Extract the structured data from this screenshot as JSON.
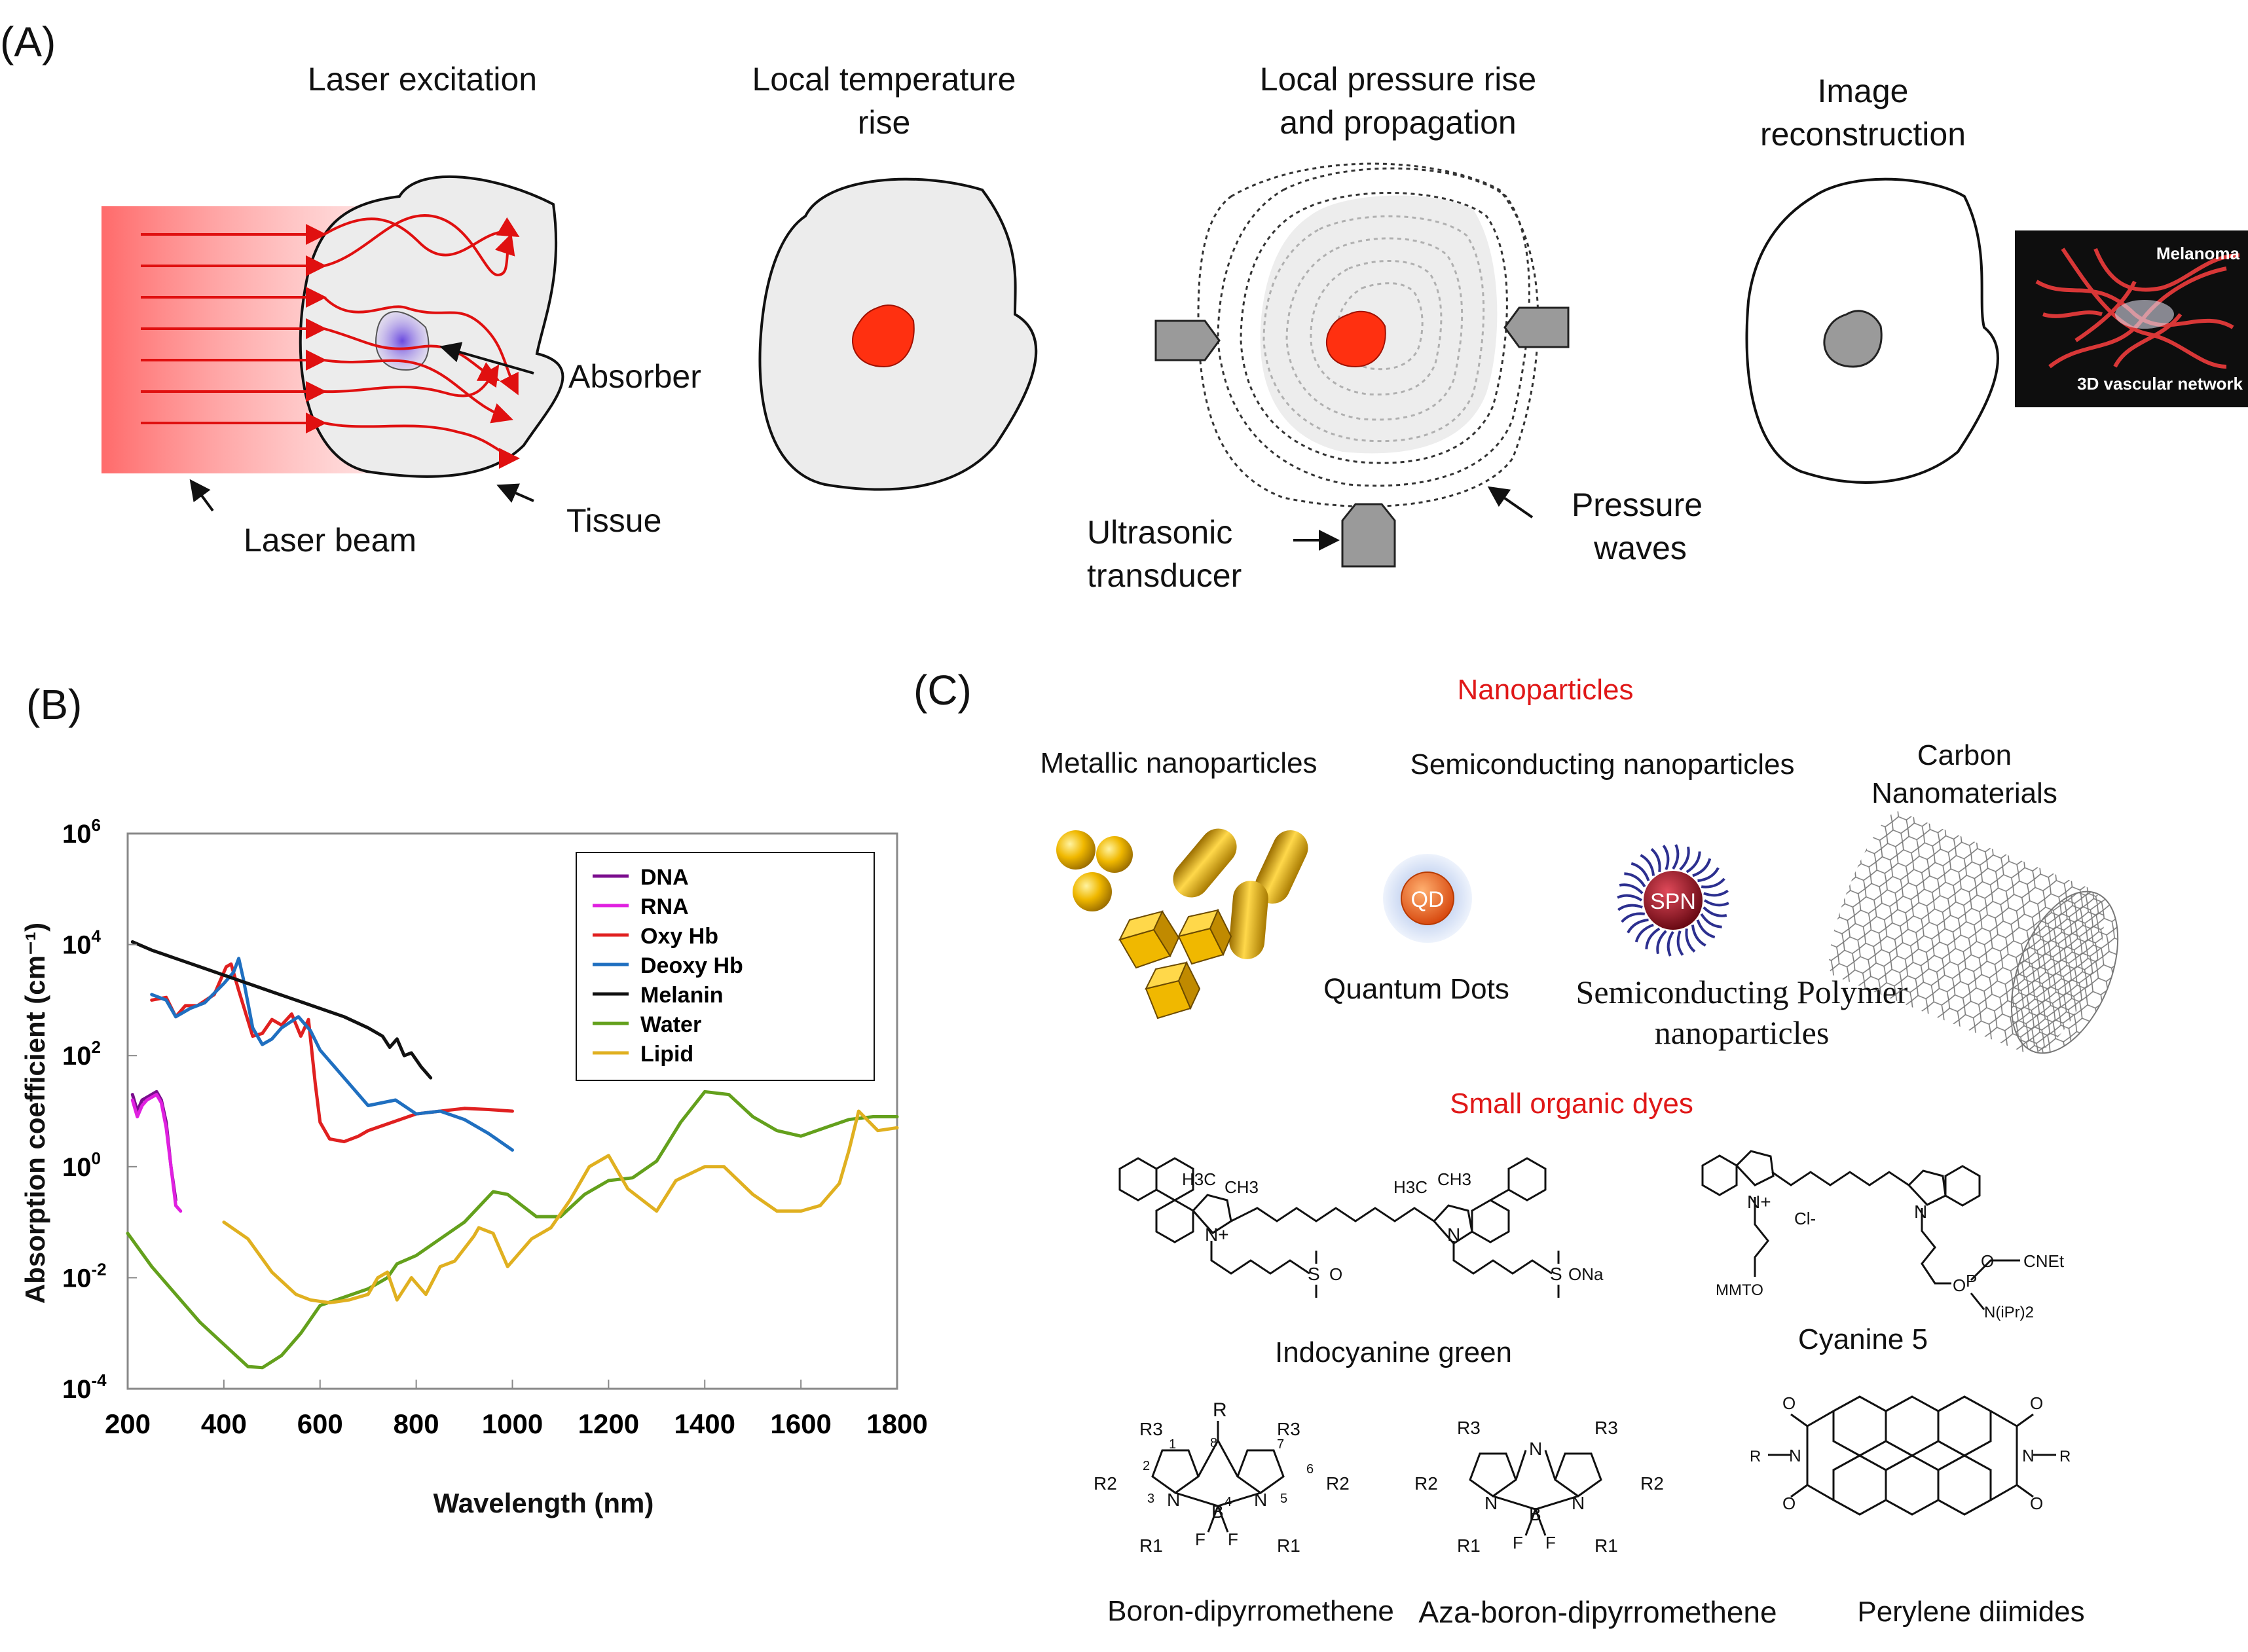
{
  "panel_a": {
    "label": "(A)",
    "steps": [
      {
        "lines": [
          "Laser excitation"
        ]
      },
      {
        "lines": [
          "Local temperature",
          "rise"
        ]
      },
      {
        "lines": [
          "Local pressure rise",
          "and propagation"
        ]
      },
      {
        "lines": [
          "Image",
          "reconstruction"
        ]
      }
    ],
    "annotations": {
      "absorber": "Absorber",
      "laser_beam": "Laser beam",
      "tissue": "Tissue",
      "transducer_1": "Ultrasonic",
      "transducer_2": "transducer",
      "pressure_1": "Pressure",
      "pressure_2": "waves"
    },
    "inset": {
      "top": "Melanoma",
      "bottom": "3D vascular network"
    }
  },
  "panel_b": {
    "label": "(B)",
    "chart_data": {
      "type": "line",
      "xlabel": "Wavelength (nm)",
      "ylabel": "Absorption coefficient (cm⁻¹)",
      "xlim": [
        200,
        1800
      ],
      "ylim_log10": [
        -4,
        6
      ],
      "y_scale": "log",
      "x_ticks": [
        "200",
        "400",
        "600",
        "800",
        "1000",
        "1200",
        "1400",
        "1600",
        "1800"
      ],
      "y_ticks": [
        {
          "base": "10",
          "exp": "6",
          "value": 6
        },
        {
          "base": "10",
          "exp": "4",
          "value": 4
        },
        {
          "base": "10",
          "exp": "2",
          "value": 2
        },
        {
          "base": "10",
          "exp": "0",
          "value": 0
        },
        {
          "base": "10",
          "exp": "-2",
          "value": -2
        },
        {
          "base": "10",
          "exp": "-4",
          "value": -4
        }
      ],
      "legend_position": "top-right",
      "series": [
        {
          "name": "DNA",
          "color": "#7b0d8e",
          "x": [
            210,
            220,
            230,
            240,
            250,
            260,
            270,
            280,
            290,
            300
          ],
          "log10_y": [
            1.3,
            1.0,
            1.2,
            1.25,
            1.3,
            1.35,
            1.2,
            0.8,
            0.0,
            -0.6
          ]
        },
        {
          "name": "RNA",
          "color": "#e020e0",
          "x": [
            210,
            220,
            230,
            240,
            250,
            260,
            270,
            280,
            290,
            300,
            310
          ],
          "log10_y": [
            1.2,
            0.9,
            1.1,
            1.2,
            1.25,
            1.3,
            1.15,
            0.7,
            0.0,
            -0.7,
            -0.8
          ]
        },
        {
          "name": "Oxy Hb",
          "color": "#e02020",
          "x": [
            250,
            280,
            300,
            320,
            345,
            380,
            405,
            415,
            430,
            460,
            480,
            500,
            520,
            541,
            560,
            576,
            590,
            600,
            620,
            650,
            680,
            700,
            750,
            800,
            850,
            900,
            950,
            1000
          ],
          "log10_y": [
            3.0,
            3.05,
            2.7,
            2.9,
            2.9,
            3.1,
            3.6,
            3.65,
            3.2,
            2.35,
            2.4,
            2.65,
            2.55,
            2.75,
            2.35,
            2.65,
            1.5,
            0.8,
            0.5,
            0.45,
            0.55,
            0.65,
            0.8,
            0.95,
            1.0,
            1.05,
            1.03,
            1.0
          ]
        },
        {
          "name": "Deoxy Hb",
          "color": "#1f6fc0",
          "x": [
            250,
            280,
            300,
            330,
            360,
            400,
            420,
            431,
            440,
            460,
            480,
            500,
            520,
            555,
            580,
            600,
            650,
            700,
            757,
            800,
            850,
            900,
            950,
            1000
          ],
          "log10_y": [
            3.1,
            3.0,
            2.7,
            2.85,
            2.95,
            3.3,
            3.5,
            3.75,
            3.4,
            2.5,
            2.2,
            2.3,
            2.5,
            2.7,
            2.45,
            2.1,
            1.6,
            1.1,
            1.2,
            0.95,
            1.0,
            0.85,
            0.6,
            0.3
          ]
        },
        {
          "name": "Melanin",
          "color": "#111111",
          "x": [
            210,
            250,
            300,
            350,
            400,
            450,
            500,
            550,
            600,
            650,
            700,
            730,
            745,
            760,
            775,
            790,
            810,
            830
          ],
          "log10_y": [
            4.05,
            3.9,
            3.75,
            3.6,
            3.45,
            3.3,
            3.15,
            3.0,
            2.85,
            2.7,
            2.5,
            2.35,
            2.15,
            2.3,
            2.0,
            2.05,
            1.8,
            1.6
          ]
        },
        {
          "name": "Water",
          "color": "#63a01c",
          "x": [
            200,
            250,
            300,
            350,
            400,
            450,
            480,
            520,
            560,
            600,
            650,
            700,
            740,
            760,
            800,
            850,
            900,
            960,
            990,
            1050,
            1100,
            1150,
            1200,
            1250,
            1300,
            1350,
            1400,
            1450,
            1500,
            1550,
            1600,
            1650,
            1700,
            1750,
            1800
          ],
          "log10_y": [
            -1.2,
            -1.8,
            -2.3,
            -2.8,
            -3.2,
            -3.6,
            -3.62,
            -3.4,
            -3.0,
            -2.5,
            -2.35,
            -2.2,
            -2.0,
            -1.75,
            -1.6,
            -1.3,
            -1.0,
            -0.45,
            -0.5,
            -0.9,
            -0.9,
            -0.5,
            -0.25,
            -0.2,
            0.1,
            0.8,
            1.35,
            1.3,
            0.9,
            0.65,
            0.55,
            0.7,
            0.85,
            0.9,
            0.9
          ]
        },
        {
          "name": "Lipid",
          "color": "#e0b020",
          "x": [
            400,
            450,
            500,
            550,
            580,
            620,
            660,
            700,
            720,
            740,
            760,
            790,
            820,
            850,
            880,
            920,
            930,
            960,
            990,
            1040,
            1080,
            1120,
            1160,
            1200,
            1240,
            1300,
            1340,
            1400,
            1440,
            1500,
            1550,
            1600,
            1640,
            1680,
            1700,
            1720,
            1760,
            1800
          ],
          "log10_y": [
            -1.0,
            -1.3,
            -1.9,
            -2.3,
            -2.4,
            -2.45,
            -2.4,
            -2.3,
            -2.0,
            -1.9,
            -2.4,
            -2.0,
            -2.3,
            -1.8,
            -1.7,
            -1.25,
            -1.1,
            -1.2,
            -1.8,
            -1.3,
            -1.1,
            -0.6,
            0.0,
            0.2,
            -0.4,
            -0.8,
            -0.25,
            0.0,
            0.0,
            -0.5,
            -0.8,
            -0.8,
            -0.7,
            -0.3,
            0.3,
            1.0,
            0.65,
            0.7
          ]
        }
      ]
    }
  },
  "panel_c": {
    "label": "(C)",
    "nanoparticles_title": "Nanoparticles",
    "dyes_title": "Small organic dyes",
    "metallic": "Metallic nanoparticles",
    "semiconducting": "Semiconducting nanoparticles",
    "carbon_1": "Carbon",
    "carbon_2": "Nanomaterials",
    "quantum_dots": "Quantum Dots",
    "qd_badge": "QD",
    "spn_badge": "SPN",
    "spn_1": "Semiconducting Polymer",
    "spn_2": "nanoparticles",
    "icg": "Indocyanine green",
    "cy5": "Cyanine 5",
    "bodipy": "Boron-dipyrromethene",
    "aza_bodipy": "Aza-boron-dipyrromethene",
    "pdi": "Perylene diimides",
    "chem": {
      "h3c": "H3C",
      "ch3": "CH3",
      "n": "N",
      "nplus": "N+",
      "so3": "O",
      "ona": "ONa",
      "s": "S",
      "mmto": "MMTO",
      "cl": "Cl-",
      "cnet": "CNEt",
      "o": "O",
      "p": "P",
      "nipr": "N(iPr)2",
      "b": "B",
      "f": "F",
      "r": "R",
      "r1": "R1",
      "r2": "R2",
      "r3": "R3",
      "n1": "1",
      "n2": "2",
      "n3": "3",
      "n4": "4",
      "n5": "5",
      "n6": "6",
      "n7": "7",
      "n8": "8"
    }
  }
}
